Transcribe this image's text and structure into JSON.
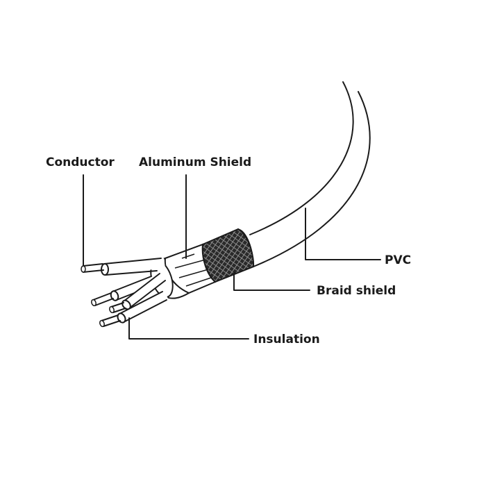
{
  "labels": {
    "conductor": "Conductor",
    "aluminum_shield": "Aluminum Shield",
    "pvc": "PVC",
    "braid_shield": "Braid shield",
    "insulation": "Insulation"
  }
}
